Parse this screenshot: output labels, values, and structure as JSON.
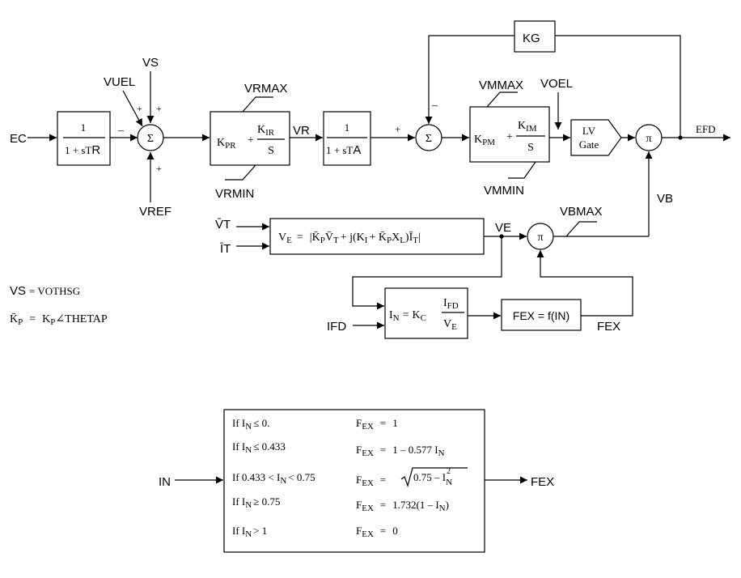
{
  "inputs": {
    "ec": "EC",
    "vs": "VS",
    "vuel": "VUEL",
    "vref": "VREF",
    "vt": "V̄T",
    "it": "ĪT",
    "ifd": "IFD"
  },
  "signs": {
    "minus": "–",
    "plus": "+"
  },
  "blocks": {
    "transducer": {
      "num": "1",
      "den_a": "1 + sT",
      "den_b": "R"
    },
    "summing": "Σ",
    "pi_reg": {
      "kpr_a": "K",
      "kpr_b": "PR",
      "plus": "+",
      "kir_a": "K",
      "kir_b": "IR",
      "den": "S"
    },
    "vrmax": "VRMAX",
    "vrmin": "VRMIN",
    "vr": "VR",
    "lag": {
      "num": "1",
      "den_a": "1 + sT",
      "den_b": "A"
    },
    "kg": "KG",
    "pm_reg": {
      "kpm_a": "K",
      "kpm_b": "PM",
      "plus": "+",
      "kim_a": "K",
      "kim_b": "IM",
      "den": "S"
    },
    "vmmax": "VMMAX",
    "vmmin": "VMMIN",
    "voel": "VOEL",
    "lv_gate": {
      "line1": "LV",
      "line2": "Gate"
    },
    "pi": "π",
    "efd": "EFD",
    "vb": "VB",
    "vbmax": "VBMAX",
    "ve_label": "VE",
    "ve_expr": {
      "lhs_a": "V",
      "lhs_b": "E",
      "eq": "=",
      "t1": "K̄",
      "t1s": "P",
      "t2": "V̄",
      "t2s": "T",
      "t3": "+ j(K",
      "t3s": "I",
      "t4": "+ K̄",
      "t4s": "P",
      "t5": "X",
      "t5s": "L",
      "t6": ")Ī",
      "t6s": "T"
    },
    "in_expr": {
      "lhs_a": "I",
      "lhs_b": "N",
      "eq": "=",
      "kc_a": "K",
      "kc_b": "C",
      "num_a": "I",
      "num_b": "FD",
      "den_a": "V",
      "den_b": "E"
    },
    "fex_block": "FEX = f(IN)",
    "fex_out": "FEX"
  },
  "notes": {
    "vs_note_a": "VS",
    "vs_note_b": "= VOTHSG",
    "kp_note_a": "K̄",
    "kp_note_b": "P",
    "kp_note_c": "=",
    "kp_note_d": "K",
    "kp_note_e": "P",
    "kp_note_f": "∠THETAP"
  },
  "table": {
    "in_label": "IN",
    "out_label": "FEX",
    "rows": [
      {
        "cond_a": "If I",
        "cond_b": "N",
        "cond_c": "≤ 0.",
        "f_a": "F",
        "f_b": "EX",
        "f_c": "=",
        "f_d": "1"
      },
      {
        "cond_a": "If I",
        "cond_b": "N",
        "cond_c": "≤ 0.433",
        "f_a": "F",
        "f_b": "EX",
        "f_c": "=",
        "f_d": "1 – 0.577  I",
        "f_e": "N"
      },
      {
        "cond_a": "If 0.433 < I",
        "cond_b": "N",
        "cond_c": "< 0.75",
        "f_a": "F",
        "f_b": "EX",
        "f_c": "=",
        "f_d": "0.75 – I",
        "f_e": "N",
        "f_f": "2"
      },
      {
        "cond_a": "If I",
        "cond_b": "N",
        "cond_c": "≥ 0.75",
        "f_a": "F",
        "f_b": "EX",
        "f_c": "=",
        "f_d": "1.732(1 – I",
        "f_e": "N",
        "f_g": ")"
      },
      {
        "cond_a": "If I",
        "cond_b": "N",
        "cond_c": "> 1",
        "f_a": "F",
        "f_b": "EX",
        "f_c": "=",
        "f_d": "0"
      }
    ]
  }
}
